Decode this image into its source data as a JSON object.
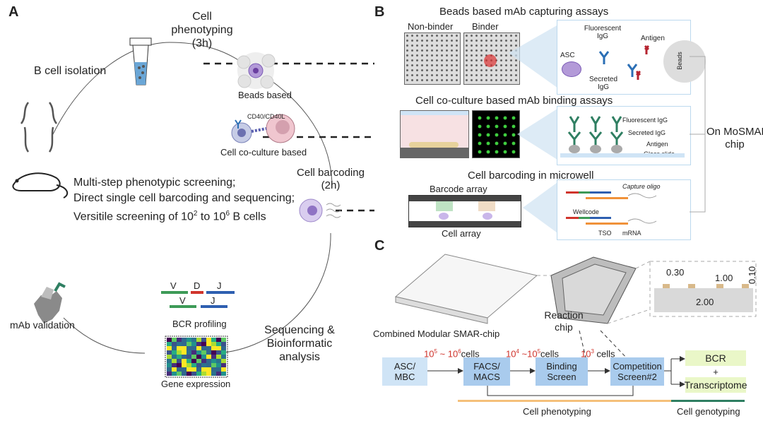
{
  "panels": {
    "a": "A",
    "b": "B",
    "c": "C"
  },
  "panel_a": {
    "b_cell_isolation": "B cell isolation",
    "cell_phenotyping_line1": "Cell",
    "cell_phenotyping_line2": "phenotyping",
    "cell_phenotyping_line3": "(3h)",
    "beads_based": "Beads based",
    "cd40_label": "CD40/CD40L",
    "cell_coculture_based": "Cell co-culture based",
    "cell_barcoding_line1": "Cell barcoding",
    "cell_barcoding_line2": "(2h)",
    "features": [
      "Multi-step phenotypic screening;",
      "Direct single cell barcoding and sequencing;",
      "Versitile screening of 10",
      "2",
      " to 10",
      "6",
      " B cells"
    ],
    "mab_validation": "mAb validation",
    "bcr_profiling": "BCR profiling",
    "gene_expression": "Gene expression",
    "vdj": {
      "v1": "V",
      "d": "D",
      "j1": "J",
      "v2": "V",
      "j2": "J"
    },
    "seq_line1": "Sequencing &",
    "seq_line2": "Bioinformatic",
    "seq_line3": "analysis"
  },
  "panel_b": {
    "assay1_title": "Beads based mAb capturing assays",
    "non_binder": "Non-binder",
    "binder": "Binder",
    "fluorescent_igg": "Fluorescent",
    "igg": "IgG",
    "antigen": "Antigen",
    "asc": "ASC",
    "secreted": "Secreted",
    "secreted_igg2": "IgG",
    "beads": "Beads",
    "assay2_title": "Cell co-culture based mAb binding assays",
    "fluorescent_igg2": "Fluorescent IgG",
    "secreted_igg": "Secreted IgG",
    "antigen2": "Antigen",
    "glass_slide": "Glass slide",
    "assay3_title": "Cell barcoding in microwell",
    "barcode_array": "Barcode array",
    "cell_array": "Cell array",
    "capture_oligo": "Capture oligo",
    "wellcode": "Wellcode",
    "tso": "TSO",
    "mrna": "mRNA",
    "on_mosmar_line1": "On MoSMAR",
    "on_mosmar_line2": "chip"
  },
  "panel_c": {
    "combined_chip": "Combined Modular SMAR-chip",
    "reaction_line1": "Reaction",
    "reaction_line2": "chip",
    "dim_030": "0.30",
    "dim_100": "1.00",
    "dim_010": "0.10",
    "dim_200": "2.00",
    "count1_base": "10",
    "count1_exp": "5",
    "count1_mid": " ~ 10",
    "count1_exp2": "6",
    "count1_unit": "cells",
    "count2_base": "10",
    "count2_exp": "4",
    "count2_mid": " ~10",
    "count2_exp2": "5",
    "count2_unit": "cells",
    "count3_base": "10",
    "count3_exp": "3",
    "count3_unit": " cells",
    "flow": [
      {
        "line1": "ASC/",
        "line2": "MBC"
      },
      {
        "line1": "FACS/",
        "line2": "MACS"
      },
      {
        "line1": "Binding",
        "line2": "Screen"
      },
      {
        "line1": "Competition",
        "line2": "Screen#2"
      }
    ],
    "out_bcr": "BCR",
    "plus": "+",
    "out_transcriptome": "Transcriptome",
    "cell_phenotyping": "Cell phenotyping",
    "cell_genotyping": "Cell genotyping"
  },
  "colors": {
    "box_light": "#cfe4f6",
    "box_mid": "#a9cbed",
    "out_green": "#eaf7c8",
    "phenotyping_bar": "#f5c07a",
    "genotyping_bar": "#2f7f62",
    "assay_frame": "#bcd9ee"
  },
  "heatmap_colors": [
    "#440154",
    "#3b528b",
    "#21918c",
    "#5ec962",
    "#fde725",
    "#2c728e",
    "#472d7b",
    "#27ad81",
    "#aadc32",
    "#31688e"
  ]
}
